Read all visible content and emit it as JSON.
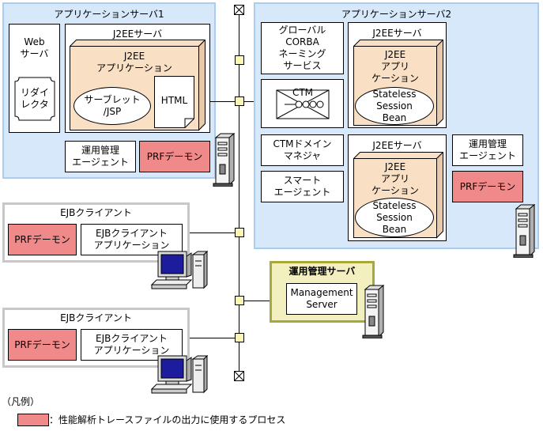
{
  "app_server_1": {
    "title": "アプリケーションサーバ1",
    "web_server": "Web\nサーバ",
    "redirector": "リダイ\nレクタ",
    "j2ee_server": "J2EEサーバ",
    "j2ee_app": "J2EE\nアプリケーション",
    "servlet": "サーブレット\n/JSP",
    "html": "HTML",
    "mgmt_agent": "運用管理\nエージェント",
    "prf": "PRFデーモン"
  },
  "app_server_2": {
    "title": "アプリケーションサーバ2",
    "naming": "グローバル\nCORBA\nネーミング\nサービス",
    "j2ee_server_a": "J2EEサーバ",
    "j2ee_app_a": "J2EE\nアプリ\nケーション",
    "bean_a": "Stateless\nSession\nBean",
    "ctm": "CTM",
    "ctm_domain": "CTMドメイン\nマネジャ",
    "smart_agent": "スマート\nエージェント",
    "j2ee_server_b": "J2EEサーバ",
    "j2ee_app_b": "J2EE\nアプリ\nケーション",
    "bean_b": "Stateless\nSession\nBean",
    "mgmt_agent": "運用管理\nエージェント",
    "prf": "PRFデーモン"
  },
  "ejb_client_1": {
    "title": "EJBクライアント",
    "prf": "PRFデーモン",
    "app": "EJBクライアント\nアプリケーション"
  },
  "ejb_client_2": {
    "title": "EJBクライアント",
    "prf": "PRFデーモン",
    "app": "EJBクライアント\nアプリケーション"
  },
  "mgmt_server": {
    "title": "運用管理サーバ",
    "app": "Management\nServer"
  },
  "legend": {
    "title": "（凡例）",
    "prf_desc": "：性能解析トレースファイルの出力に使用するプロセス"
  },
  "colors": {
    "prf": "#f08a8a",
    "server_bg": "#d6e8f9",
    "component_bg": "#f9dfc4",
    "node": "#fbf6b6",
    "mgmt_border": "#a8a83c"
  }
}
